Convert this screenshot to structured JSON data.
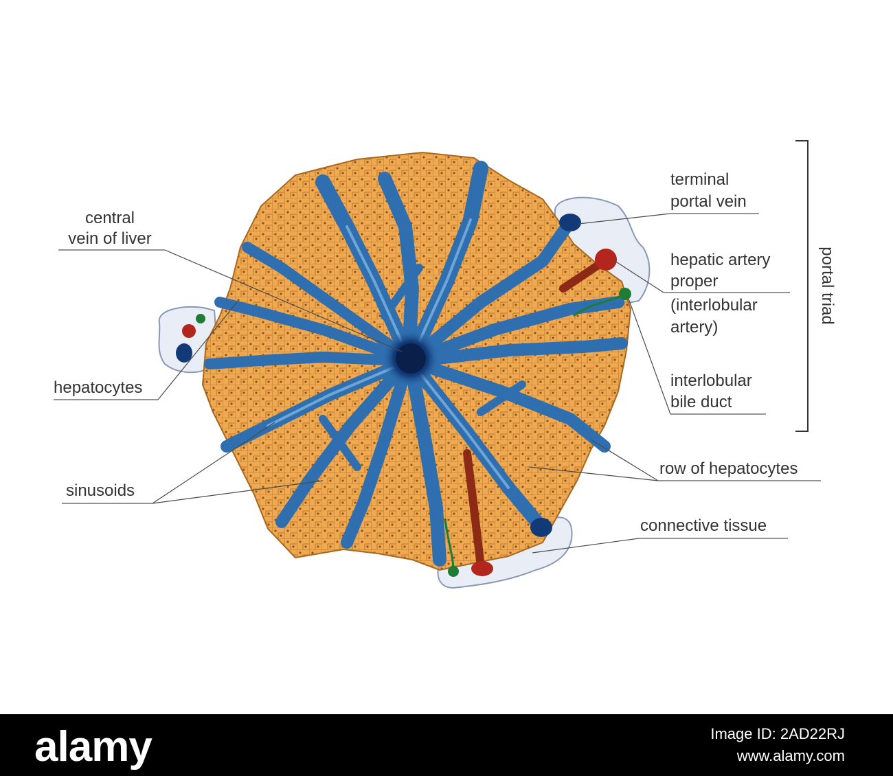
{
  "labels": {
    "central_vein_1": "central",
    "central_vein_2": "vein of liver",
    "hepatocytes": "hepatocytes",
    "sinusoids": "sinusoids",
    "terminal_portal_vein_1": "terminal",
    "terminal_portal_vein_2": "portal vein",
    "hepatic_artery_1": "hepatic artery",
    "hepatic_artery_2": "proper",
    "hepatic_artery_3": "(interlobular",
    "hepatic_artery_4": "artery)",
    "bile_duct_1": "interlobular",
    "bile_duct_2": "bile duct",
    "row_of_hepatocytes": "row of hepatocytes",
    "connective_tissue": "connective tissue",
    "portal_triad": "portal triad"
  },
  "colors": {
    "hepatocyte": "#f0a94e",
    "sinusoid": "#2f6fb0",
    "central_vein": "#0d2a5c",
    "artery": "#b3261e",
    "bile_duct": "#1e7d35",
    "connective": "#e8edf6"
  },
  "footer": {
    "brand": "alamy",
    "image_id": "Image ID: 2AD22RJ",
    "url": "www.alamy.com"
  }
}
